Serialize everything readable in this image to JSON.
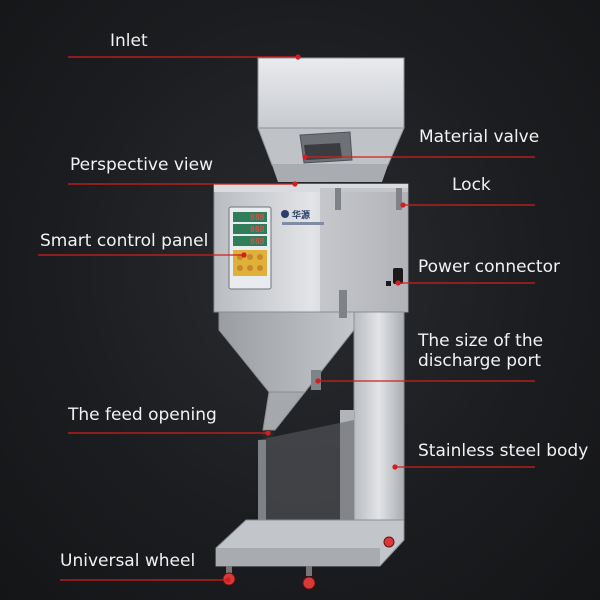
{
  "colors": {
    "background": "#1c1d20",
    "leader_line": "#d21e1e",
    "steel": "#c9ccd0",
    "text": "#f2f2f2"
  },
  "labels": {
    "inlet": "Inlet",
    "material_valve": "Material valve",
    "perspective_view": "Perspective view",
    "lock": "Lock",
    "smart_control_panel": "Smart control panel",
    "power_connector": "Power connector",
    "discharge_port": "The size of the discharge port",
    "feed_opening": "The feed opening",
    "stainless_body": "Stainless steel body",
    "universal_wheel": "Universal wheel"
  },
  "brand": {
    "logo_text": "华源"
  },
  "panel": {
    "display_1": "888",
    "display_2": "888",
    "display_3": "888"
  }
}
